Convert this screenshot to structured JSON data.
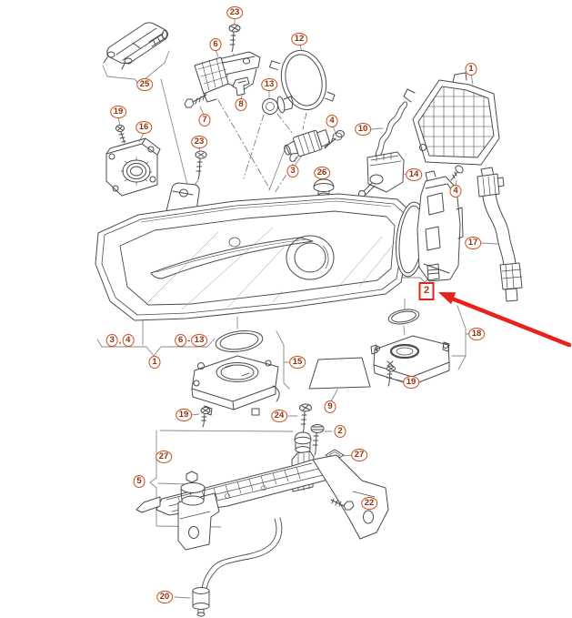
{
  "palette": {
    "background": "#ffffff",
    "line": "#4b4b4b",
    "callout_ring": "#cc4f1a",
    "callout_text": "#8a3414",
    "highlight_red": "#e8221a"
  },
  "highlight": {
    "label": "2"
  },
  "group_labels": {
    "g1": {
      "a": "3",
      "sep": ",",
      "b": "4"
    },
    "g2": {
      "a": "6",
      "sep": "-",
      "b": "13"
    }
  },
  "callouts": {
    "c23_top": "23",
    "c6": "6",
    "c12": "12",
    "c1_housing": "1",
    "c25": "25",
    "c13": "13",
    "c8": "8",
    "c19_topleft": "19",
    "c7": "7",
    "c4_mid": "4",
    "c10": "10",
    "c16": "16",
    "c23_mid": "23",
    "c3": "3",
    "c26": "26",
    "c14": "14",
    "c4_right": "4",
    "c17": "17",
    "c18": "18",
    "c1_group": "1",
    "c15": "15",
    "c9": "9",
    "c19_mid": "19",
    "c19_right": "19",
    "c24": "24",
    "c2_screw": "2",
    "c27_left": "27",
    "c27_right": "27",
    "c5": "5",
    "c22": "22",
    "c20": "20"
  }
}
